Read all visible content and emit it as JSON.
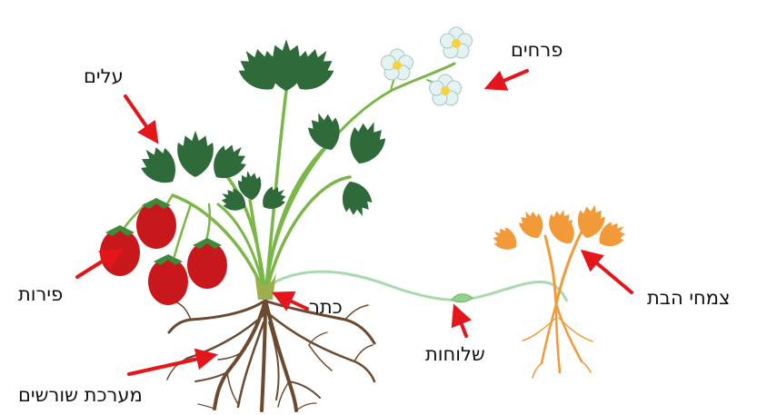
{
  "labels": {
    "leaves": "עלים",
    "flowers": "פרחים",
    "fruits": "פירות",
    "crown": "כתר",
    "runners": "שלוחות",
    "daughter_plant": "צמחי הבת",
    "root_system": "מערכת שורשים"
  },
  "colors": {
    "arrow": "#e4161b",
    "leaf": "#2f6b3a",
    "stem": "#7ab648",
    "strawberry": "#c8181c",
    "root": "#6b4a30",
    "daughter_plant": "#f29a3a",
    "runner": "#a9d9b0",
    "flower_petal": "#e6f2f2",
    "flower_center": "#f3d43c"
  }
}
